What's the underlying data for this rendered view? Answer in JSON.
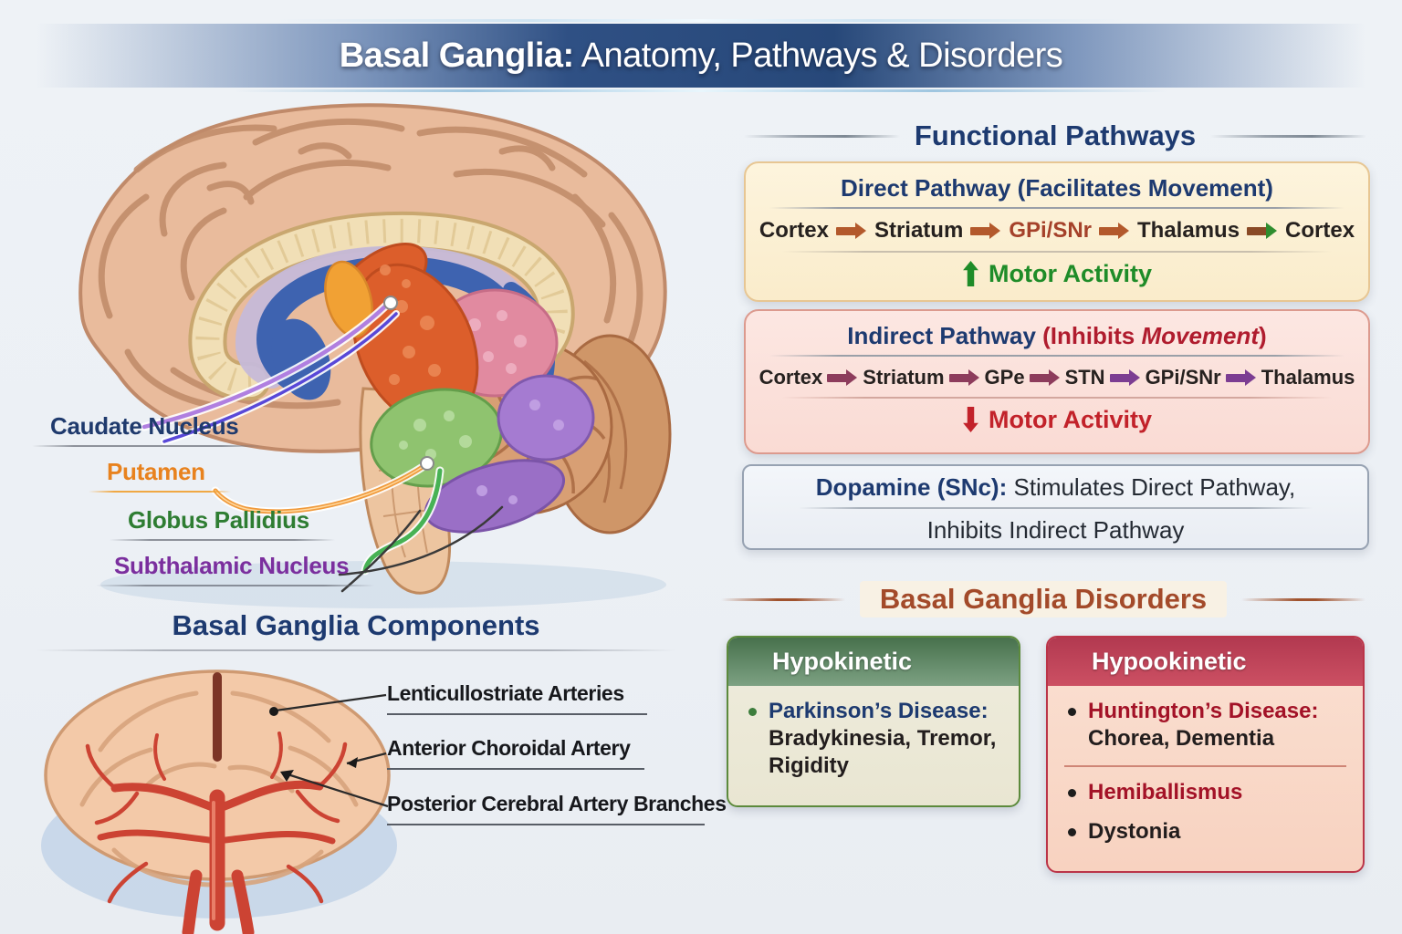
{
  "title": {
    "lead": "Basal Ganglia:",
    "rest": " Anatomy, Pathways & Disorders"
  },
  "anatomy": {
    "structure_labels": [
      {
        "label": "Caudate Nucleus",
        "color": "#1f3a6d"
      },
      {
        "label": "Putamen",
        "color": "#e8821e"
      },
      {
        "label": "Globus Pallidius",
        "color": "#2e7d32"
      },
      {
        "label": "Subthalamic Nucleus",
        "color": "#7b2f9e"
      }
    ],
    "components_heading": "Basal Ganglia Components",
    "artery_labels": [
      {
        "label": "Lenticullostriate Arteries"
      },
      {
        "label": "Anterior Choroidal Artery"
      },
      {
        "label": "Posterior Cerebral Artery Branches"
      }
    ]
  },
  "pathways": {
    "heading": "Functional Pathways",
    "direct": {
      "title": "Direct Pathway (Facilitates Movement)",
      "chain": [
        "Cortex",
        "Striatum",
        "GPi/SNr",
        "Thalamus",
        "Cortex"
      ],
      "highlight_node": "GPi/SNr",
      "motor_label": "Motor Activity",
      "motor_direction": "up",
      "motor_color": "#1e8c28"
    },
    "indirect": {
      "title_main": "Indirect Pathway ",
      "title_paren": "(Inhibits ",
      "title_italic": "Movement",
      "title_close": ")",
      "chain": [
        "Cortex",
        "Striatum",
        "GPe",
        "STN",
        "GPi/SNr",
        "Thalamus"
      ],
      "motor_label": "Motor Activity",
      "motor_direction": "down",
      "motor_color": "#c2222a"
    },
    "dopamine": {
      "lead": "Dopamine (SNc):",
      "line1": " Stimulates Direct Pathway,",
      "line2": "Inhibits Indirect Pathway"
    }
  },
  "disorders": {
    "heading": "Basal Ganglia Disorders",
    "hypokinetic": {
      "header": "Hypokinetic",
      "item_lead": "Parkinson’s Disease:",
      "item_rest": " Bradykinesia, Tremor, Rigidity"
    },
    "hyperkinetic": {
      "header": "Hypookinetic",
      "item1_lead": "Huntington’s Disease:",
      "item1_rest": " Chorea, Dementia",
      "item2": "Hemiballismus",
      "item3": "Dystonia"
    }
  },
  "colors": {
    "banner_blue": "#2d4d82",
    "heading_navy": "#1d3a70",
    "disorders_heading": "#a34a2a",
    "gpisnr_red": "#a5412a",
    "motor_up_green": "#1e8c28",
    "motor_down_red": "#c2222a",
    "hypokinetic_header_green": "#4e7a52",
    "hyperkinetic_header_red": "#b43950",
    "direct_card_bg": "#fdf3da",
    "indirect_card_bg": "#fce5e0",
    "dopamine_card_bg": "#eef1f6"
  }
}
